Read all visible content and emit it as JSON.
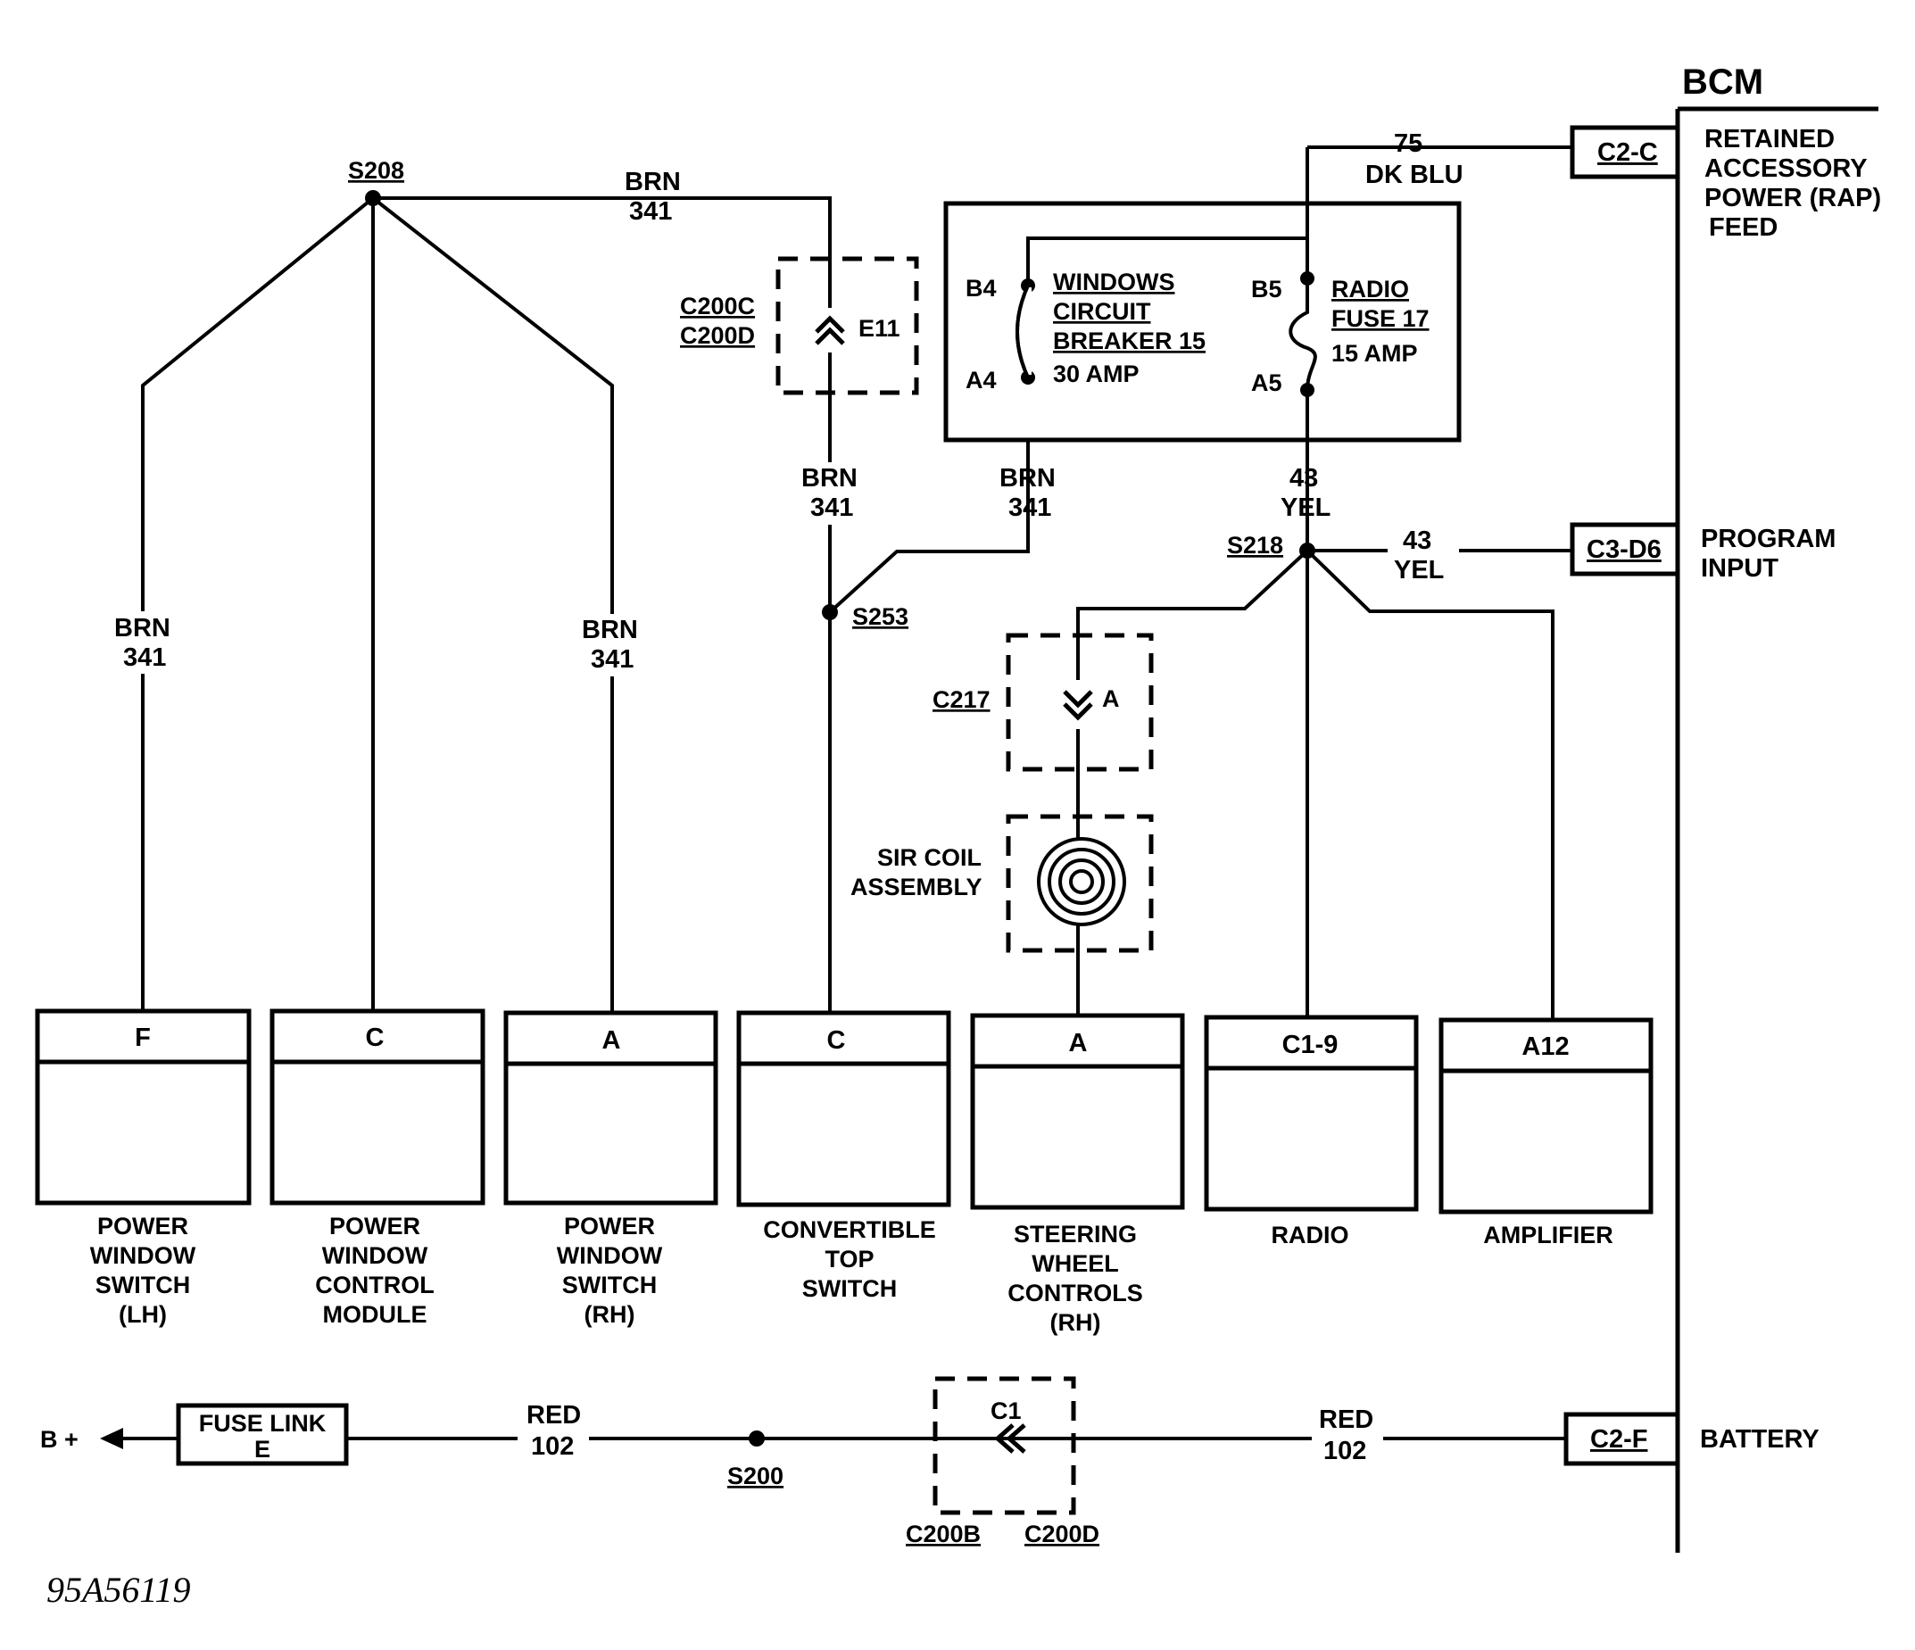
{
  "bcm": {
    "title": "BCM",
    "terminals": {
      "rap": "C2-C",
      "program": "C3-D6",
      "battery": "C2-F"
    },
    "labels": {
      "rap": [
        "RETAINED",
        "ACCESSORY",
        "POWER (RAP)",
        "FEED"
      ],
      "program": [
        "PROGRAM",
        "INPUT"
      ],
      "battery": "BATTERY"
    }
  },
  "splices": {
    "s208": "S208",
    "s253": "S253",
    "s218": "S218",
    "s200": "S200"
  },
  "wires": {
    "brn": "BRN",
    "num341": "341",
    "dk_blu": "DK BLU",
    "num75": "75",
    "yel": "YEL",
    "num43": "43",
    "red": "RED",
    "num102": "102"
  },
  "fuse_block": {
    "breaker": {
      "name": [
        "WINDOWS",
        "CIRCUIT",
        "BREAKER 15"
      ],
      "rating": "30 AMP",
      "pin_top": "B4",
      "pin_bottom": "A4"
    },
    "fuse": {
      "name": [
        "RADIO",
        "FUSE 17"
      ],
      "rating": "15 AMP",
      "pin_top": "B5",
      "pin_bottom": "A5"
    }
  },
  "connectors": {
    "c200c": "C200C",
    "c200d": "C200D",
    "e11": "E11",
    "c217": "C217",
    "c217_pin": "A",
    "c1": "C1",
    "c200b": "C200B"
  },
  "sir_coil": [
    "SIR COIL",
    "ASSEMBLY"
  ],
  "components": [
    {
      "pin": "F",
      "name": [
        "POWER",
        "WINDOW",
        "SWITCH",
        "(LH)"
      ]
    },
    {
      "pin": "C",
      "name": [
        "POWER",
        "WINDOW",
        "CONTROL",
        "MODULE"
      ]
    },
    {
      "pin": "A",
      "name": [
        "POWER",
        "WINDOW",
        "SWITCH",
        "(RH)"
      ]
    },
    {
      "pin": "C",
      "name": [
        "CONVERTIBLE",
        "TOP",
        "SWITCH"
      ]
    },
    {
      "pin": "A",
      "name": [
        "STEERING",
        "WHEEL",
        "CONTROLS",
        "(RH)"
      ]
    },
    {
      "pin": "C1-9",
      "name": [
        "RADIO"
      ]
    },
    {
      "pin": "A12",
      "name": [
        "AMPLIFIER"
      ]
    }
  ],
  "battery_circuit": {
    "bplus": "B +",
    "fuse_link": [
      "FUSE LINK",
      "E"
    ]
  },
  "figure_id": "95A56119"
}
